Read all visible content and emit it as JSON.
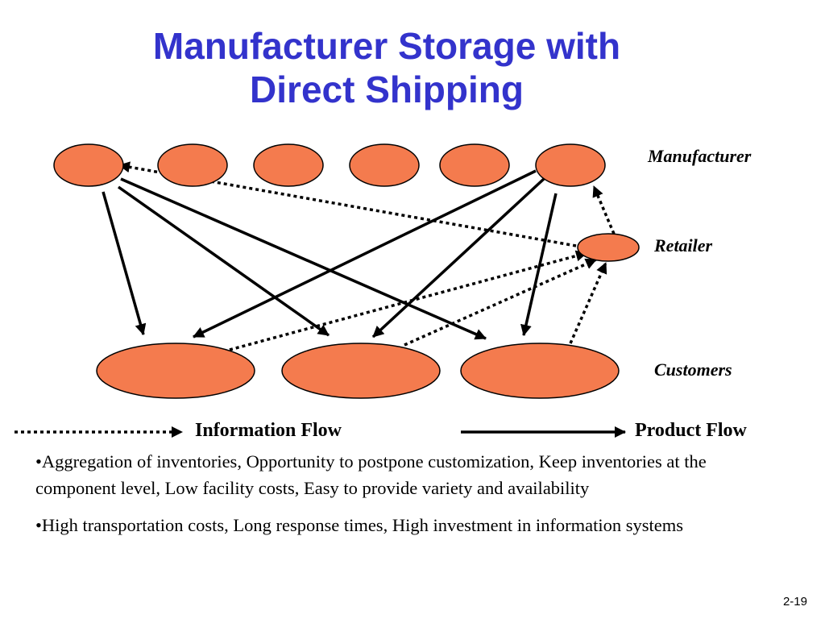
{
  "title": {
    "line1": "Manufacturer Storage with",
    "line2": "Direct Shipping"
  },
  "labels": {
    "manufacturer": "Manufacturer",
    "retailer": "Retailer",
    "customers": "Customers"
  },
  "legend": {
    "information_flow": "Information Flow",
    "product_flow": "Product Flow"
  },
  "bullets": [
    "•Aggregation of inventories, Opportunity to postpone customization, Keep inventories at the component level, Low facility costs, Easy to provide variety and availability",
    "•High transportation costs, Long response times, High investment in information systems"
  ],
  "page_number": "2-19",
  "colors": {
    "node_fill": "#f47b4e",
    "node_stroke": "#000000",
    "title_color": "#3333cc"
  }
}
